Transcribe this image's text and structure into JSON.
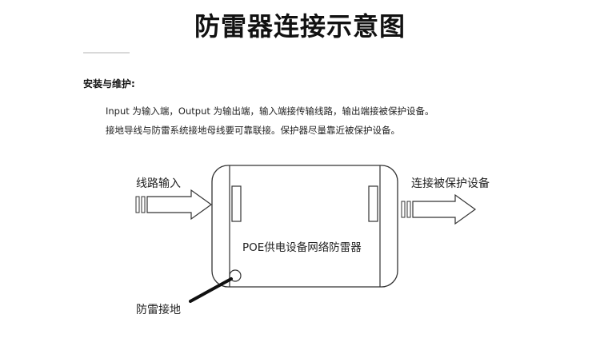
{
  "title": "防雷器连接示意图",
  "section": {
    "heading": "安装与维护:",
    "lines": [
      "Input 为输入端，Output 为输出端，输入端接传输线路，输出端接被保护设备。",
      "接地导线与防雷系统接地母线要可靠联接。保护器尽量靠近被保护设备。"
    ]
  },
  "diagram": {
    "input_label": "线路输入",
    "output_label": "连接被保护设备",
    "device_label": "POE供电设备网络防雷器",
    "ground_label": "防雷接地"
  }
}
